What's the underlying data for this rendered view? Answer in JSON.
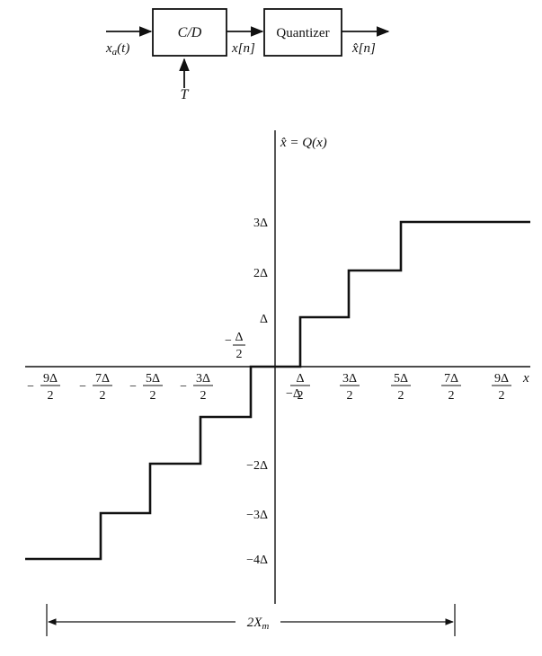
{
  "block_diagram": {
    "input_signal": "x_a(t)",
    "input_main": "x",
    "input_sub": "a",
    "input_arg": "(t)",
    "cd_label": "C/D",
    "sampling_period": "T",
    "intermediate_signal": "x[n]",
    "quantizer_label": "Quantizer",
    "output_signal": "x̂[n]"
  },
  "plot": {
    "function_label": "x̂ = Q(x)",
    "x_axis_label": "x",
    "y_ticks": {
      "three": "3Δ",
      "two": "2Δ",
      "one": "Δ",
      "neg_one": "−Δ",
      "neg_two": "−2Δ",
      "neg_three": "−3Δ",
      "neg_four": "−4Δ"
    },
    "neg_half_label": {
      "sign": "−",
      "num": "Δ",
      "den": "2"
    },
    "x_ticks": [
      {
        "sign": "−",
        "num": "9Δ",
        "den": "2"
      },
      {
        "sign": "−",
        "num": "7Δ",
        "den": "2"
      },
      {
        "sign": "−",
        "num": "5Δ",
        "den": "2"
      },
      {
        "sign": "−",
        "num": "3Δ",
        "den": "2"
      },
      {
        "sign": "",
        "num": "Δ",
        "den": "2"
      },
      {
        "sign": "",
        "num": "3Δ",
        "den": "2"
      },
      {
        "sign": "",
        "num": "5Δ",
        "den": "2"
      },
      {
        "sign": "",
        "num": "7Δ",
        "den": "2"
      },
      {
        "sign": "",
        "num": "9Δ",
        "den": "2"
      }
    ],
    "range_label": "2X_m",
    "range_main": "2X",
    "range_sub": "m",
    "quantizer_levels": [
      {
        "x_from": "-inf",
        "x_to": -3.5,
        "level": -4
      },
      {
        "x_from": -3.5,
        "x_to": -2.5,
        "level": -3
      },
      {
        "x_from": -2.5,
        "x_to": -1.5,
        "level": -2
      },
      {
        "x_from": -1.5,
        "x_to": -0.5,
        "level": -1
      },
      {
        "x_from": -0.5,
        "x_to": 0.5,
        "level": 0
      },
      {
        "x_from": 0.5,
        "x_to": 1.5,
        "level": 1
      },
      {
        "x_from": 1.5,
        "x_to": 2.5,
        "level": 2
      },
      {
        "x_from": 2.5,
        "x_to": "inf",
        "level": 3
      }
    ]
  }
}
